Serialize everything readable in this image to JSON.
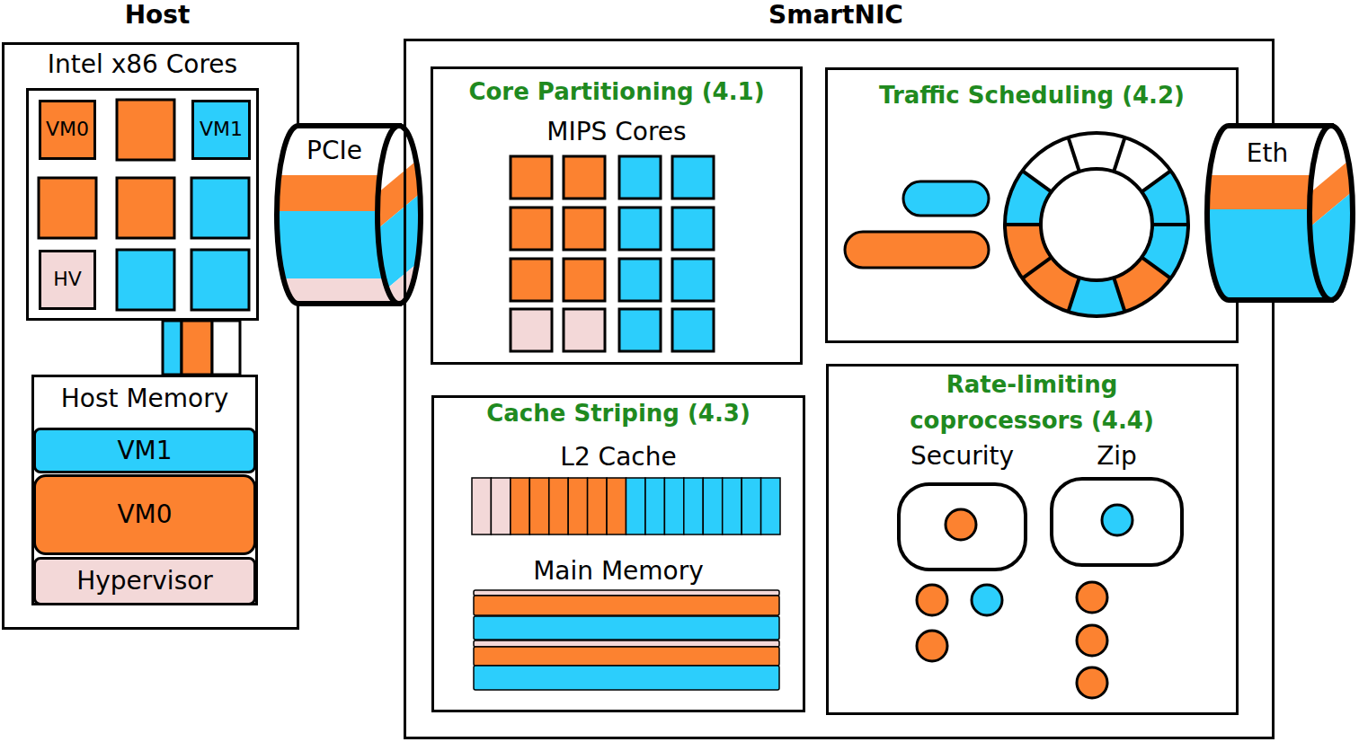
{
  "diagram": {
    "nodes": [
      {
        "text": [
          "Host"
        ]
      },
      {
        "text": [
          "Intel x86 Cores"
        ],
        "in": 0
      },
      {
        "text": [
          "VM0"
        ],
        "in": 1
      },
      {
        "text": [
          "VM1"
        ],
        "in": 1
      },
      {
        "text": [
          "HV"
        ],
        "in": 1
      },
      {
        "text": [
          "Host Memory"
        ],
        "in": 0
      },
      {
        "text": [
          "VM1"
        ],
        "in": 5
      },
      {
        "text": [
          "VM0"
        ],
        "in": 5
      },
      {
        "text": [
          "Hypervisor"
        ],
        "in": 5
      },
      {
        "text": [
          "PCIe"
        ]
      },
      {
        "text": [
          "SmartNIC"
        ]
      },
      {
        "text": [
          "Core Partitioning (4.1)",
          "MIPS Cores"
        ],
        "in": 10
      },
      {
        "text": [
          "Traffic Scheduling (4.2)"
        ],
        "in": 10
      },
      {
        "text": [
          "Eth"
        ]
      },
      {
        "text": [
          "Cache Striping (4.3)",
          "L2 Cache",
          "Main Memory"
        ],
        "in": 10
      },
      {
        "text": [
          "Rate-limiting coprocessors (4.4)"
        ],
        "in": 10
      },
      {
        "text": [
          "Security"
        ],
        "in": 15
      },
      {
        "text": [
          "Zip"
        ],
        "in": 15
      }
    ]
  }
}
